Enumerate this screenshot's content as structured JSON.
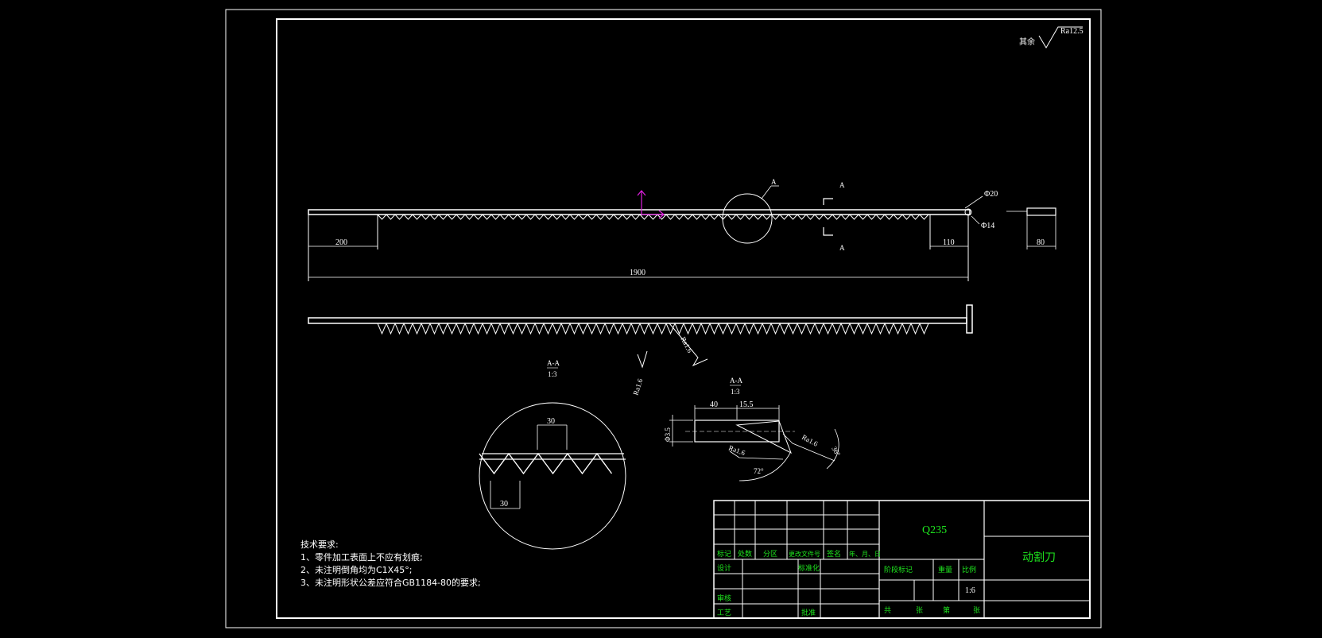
{
  "drawing": {
    "surface_roughness_prefix": "其余",
    "surface_roughness_value": "Ra12.5",
    "main_view": {
      "section_marker": "A",
      "dim_left": "200",
      "dim_overall": "1900",
      "dim_right": "110",
      "dim_phi20": "Φ20",
      "dim_phi14": "Φ14",
      "dim_end": "80"
    },
    "side_view": {
      "roughness": "Ra1.6"
    },
    "detail_view": {
      "title": "A-A",
      "scale": "1:3",
      "dim_top": "30",
      "dim_bottom": "30"
    },
    "section_view": {
      "title": "A-A",
      "scale": "1:3",
      "dim_40": "40",
      "dim_15_5": "15.5",
      "dim_d": "Φ3.5",
      "roughness_a": "Ra1.6",
      "roughness_b": "Ra1.6",
      "angle_72": "72°",
      "angle_36": "36°"
    },
    "left_roughness": "Ra1.6"
  },
  "tech_notes": {
    "title": "技术要求:",
    "lines": [
      "1、零件加工表面上不应有划痕;",
      "2、未注明倒角均为C1X45°;",
      "3、未注明形状公差应符合GB1184-80的要求;"
    ]
  },
  "title_block": {
    "material": "Q235",
    "part_name": "动割刀",
    "labels": {
      "mark": "标记",
      "count": "处数",
      "zone": "分区",
      "change_doc": "更改文件号",
      "sign": "签名",
      "date": "年、月、日",
      "design": "设计",
      "standardize": "标准化",
      "review": "审核",
      "process": "工艺",
      "approve": "批准",
      "stage_mark": "阶段标记",
      "weight": "重量",
      "scale": "比例",
      "total": "共",
      "sheets": "张",
      "page": "第",
      "sheet2": "张"
    },
    "scale_value": "1:6"
  }
}
